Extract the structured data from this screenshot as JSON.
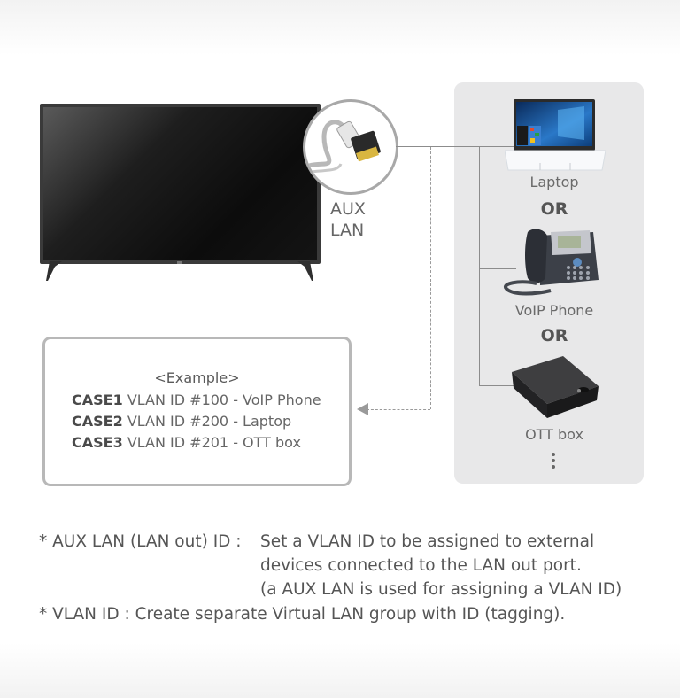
{
  "diagram": {
    "tv": {
      "port_label_line1": "AUX",
      "port_label_line2": "LAN"
    },
    "devices": [
      {
        "name": "Laptop",
        "icon": "laptop-icon"
      },
      {
        "name": "VoIP Phone",
        "icon": "voip-phone-icon"
      },
      {
        "name": "OTT box",
        "icon": "ott-box-icon"
      }
    ],
    "separator": "OR",
    "more_indicator": "⋮",
    "example": {
      "title": "<Example>",
      "cases": [
        {
          "case": "CASE1",
          "text": "VLAN ID #100 - VoIP Phone"
        },
        {
          "case": "CASE2",
          "text": "VLAN ID #200 - Laptop"
        },
        {
          "case": "CASE3",
          "text": "VLAN ID #201 - OTT box"
        }
      ]
    }
  },
  "notes": {
    "aux_lan_term": "* AUX LAN (LAN out) ID :",
    "aux_lan_line1": "Set a VLAN ID to be assigned to external",
    "aux_lan_line2": "devices connected to the LAN out port.",
    "aux_lan_line3": "(a AUX LAN is used for assigning a VLAN ID)",
    "vlan_id_line": "* VLAN ID : Create separate Virtual LAN group with ID (tagging)."
  },
  "colors": {
    "panel_bg": "#e8e8e9",
    "line": "#8c8c8c",
    "box_border": "#b8b8b8",
    "text": "#555555"
  }
}
